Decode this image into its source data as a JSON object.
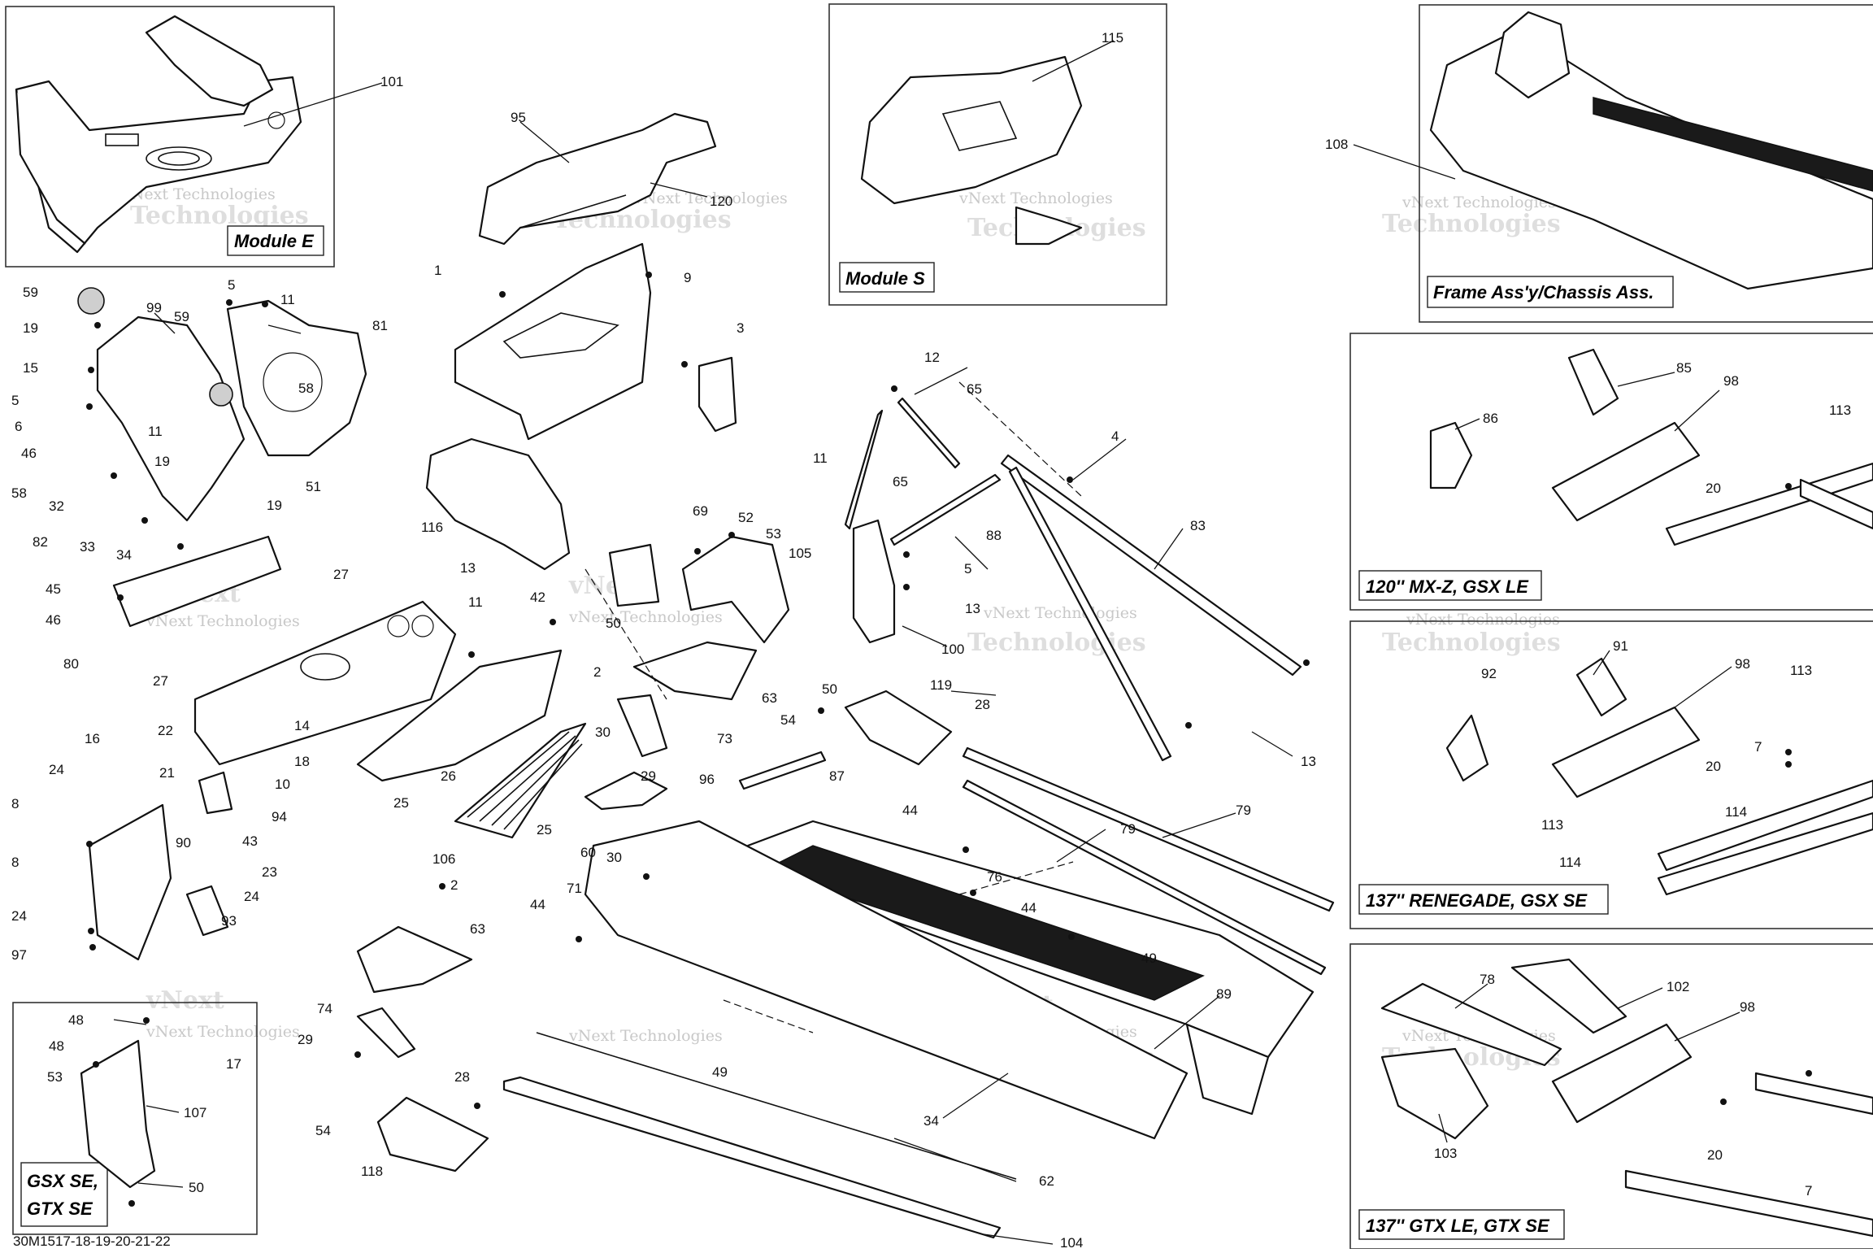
{
  "drawing_code": "30M1517-18-19-20-21-22",
  "watermark": {
    "line1": "vNext Technologies",
    "line2": "vNext",
    "line3": "Technologies"
  },
  "panels": {
    "module_e": "Module E",
    "module_s": "Module S",
    "frame_assy": "Frame Ass'y/Chassis Ass.",
    "mxz_120": "120'' MX-Z, GSX LE",
    "renegade_137": "137'' RENEGADE, GSX SE",
    "gtx_137": "137'' GTX LE, GTX SE",
    "gsx_gtx_se_line1": "GSX SE,",
    "gsx_gtx_se_line2": "GTX SE"
  },
  "callouts": [
    {
      "id": "c101",
      "n": "101"
    },
    {
      "id": "c95",
      "n": "95"
    },
    {
      "id": "c120",
      "n": "120"
    },
    {
      "id": "c115",
      "n": "115"
    },
    {
      "id": "c108",
      "n": "108"
    },
    {
      "id": "c59a",
      "n": "59"
    },
    {
      "id": "c19a",
      "n": "19"
    },
    {
      "id": "c15",
      "n": "15"
    },
    {
      "id": "c5a",
      "n": "5"
    },
    {
      "id": "c6",
      "n": "6"
    },
    {
      "id": "c46a",
      "n": "46"
    },
    {
      "id": "c58a",
      "n": "58"
    },
    {
      "id": "c32",
      "n": "32"
    },
    {
      "id": "c82",
      "n": "82"
    },
    {
      "id": "c33",
      "n": "33"
    },
    {
      "id": "c34a",
      "n": "34"
    },
    {
      "id": "c99",
      "n": "99"
    },
    {
      "id": "c5b",
      "n": "5"
    },
    {
      "id": "c11a",
      "n": "11"
    },
    {
      "id": "c59b",
      "n": "59"
    },
    {
      "id": "c81",
      "n": "81"
    },
    {
      "id": "c58b",
      "n": "58"
    },
    {
      "id": "c11b",
      "n": "11"
    },
    {
      "id": "c19b",
      "n": "19"
    },
    {
      "id": "c19c",
      "n": "19"
    },
    {
      "id": "c51",
      "n": "51"
    },
    {
      "id": "c1",
      "n": "1"
    },
    {
      "id": "c9",
      "n": "9"
    },
    {
      "id": "c3",
      "n": "3"
    },
    {
      "id": "c116",
      "n": "116"
    },
    {
      "id": "c13a",
      "n": "13"
    },
    {
      "id": "c45",
      "n": "45"
    },
    {
      "id": "c46b",
      "n": "46"
    },
    {
      "id": "c80",
      "n": "80"
    },
    {
      "id": "c27a",
      "n": "27"
    },
    {
      "id": "c27b",
      "n": "27"
    },
    {
      "id": "c11c",
      "n": "11"
    },
    {
      "id": "c42",
      "n": "42"
    },
    {
      "id": "c69",
      "n": "69"
    },
    {
      "id": "c52",
      "n": "52"
    },
    {
      "id": "c53a",
      "n": "53"
    },
    {
      "id": "c105",
      "n": "105"
    },
    {
      "id": "c50a",
      "n": "50"
    },
    {
      "id": "c2a",
      "n": "2"
    },
    {
      "id": "c63a",
      "n": "63"
    },
    {
      "id": "c50b",
      "n": "50"
    },
    {
      "id": "c12",
      "n": "12"
    },
    {
      "id": "c65a",
      "n": "65"
    },
    {
      "id": "c11d",
      "n": "11"
    },
    {
      "id": "c65b",
      "n": "65"
    },
    {
      "id": "c4",
      "n": "4"
    },
    {
      "id": "c88",
      "n": "88"
    },
    {
      "id": "c83",
      "n": "83"
    },
    {
      "id": "c5c",
      "n": "5"
    },
    {
      "id": "c13b",
      "n": "13"
    },
    {
      "id": "c100",
      "n": "100"
    },
    {
      "id": "c13c",
      "n": "13"
    },
    {
      "id": "c16",
      "n": "16"
    },
    {
      "id": "c22",
      "n": "22"
    },
    {
      "id": "c24a",
      "n": "24"
    },
    {
      "id": "c14",
      "n": "14"
    },
    {
      "id": "c18",
      "n": "18"
    },
    {
      "id": "c10",
      "n": "10"
    },
    {
      "id": "c21",
      "n": "21"
    },
    {
      "id": "c94",
      "n": "94"
    },
    {
      "id": "c8a",
      "n": "8"
    },
    {
      "id": "c43",
      "n": "43"
    },
    {
      "id": "c90",
      "n": "90"
    },
    {
      "id": "c8b",
      "n": "8"
    },
    {
      "id": "c23",
      "n": "23"
    },
    {
      "id": "c24b",
      "n": "24"
    },
    {
      "id": "c24c",
      "n": "24"
    },
    {
      "id": "c93",
      "n": "93"
    },
    {
      "id": "c97",
      "n": "97"
    },
    {
      "id": "c25a",
      "n": "25"
    },
    {
      "id": "c26",
      "n": "26"
    },
    {
      "id": "c106",
      "n": "106"
    },
    {
      "id": "c25b",
      "n": "25"
    },
    {
      "id": "c30a",
      "n": "30"
    },
    {
      "id": "c29a",
      "n": "29"
    },
    {
      "id": "c73",
      "n": "73"
    },
    {
      "id": "c96",
      "n": "96"
    },
    {
      "id": "c60",
      "n": "60"
    },
    {
      "id": "c30b",
      "n": "30"
    },
    {
      "id": "c54a",
      "n": "54"
    },
    {
      "id": "c119",
      "n": "119"
    },
    {
      "id": "c28a",
      "n": "28"
    },
    {
      "id": "c87",
      "n": "87"
    },
    {
      "id": "c79a",
      "n": "79"
    },
    {
      "id": "c79b",
      "n": "79"
    },
    {
      "id": "c44a",
      "n": "44"
    },
    {
      "id": "c76",
      "n": "76"
    },
    {
      "id": "c44b",
      "n": "44"
    },
    {
      "id": "c71",
      "n": "71"
    },
    {
      "id": "c44c",
      "n": "44"
    },
    {
      "id": "c49a",
      "n": "49"
    },
    {
      "id": "c89",
      "n": "89"
    },
    {
      "id": "c2b",
      "n": "2"
    },
    {
      "id": "c63b",
      "n": "63"
    },
    {
      "id": "c74",
      "n": "74"
    },
    {
      "id": "c29b",
      "n": "29"
    },
    {
      "id": "c28b",
      "n": "28"
    },
    {
      "id": "c54b",
      "n": "54"
    },
    {
      "id": "c118",
      "n": "118"
    },
    {
      "id": "c49b",
      "n": "49"
    },
    {
      "id": "c34b",
      "n": "34"
    },
    {
      "id": "c62",
      "n": "62"
    },
    {
      "id": "c104",
      "n": "104"
    },
    {
      "id": "c48a",
      "n": "48"
    },
    {
      "id": "c48b",
      "n": "48"
    },
    {
      "id": "c17",
      "n": "17"
    },
    {
      "id": "c53b",
      "n": "53"
    },
    {
      "id": "c107",
      "n": "107"
    },
    {
      "id": "c50c",
      "n": "50"
    },
    {
      "id": "c85",
      "n": "85"
    },
    {
      "id": "c98a",
      "n": "98"
    },
    {
      "id": "c86",
      "n": "86"
    },
    {
      "id": "c113a",
      "n": "113"
    },
    {
      "id": "c20a",
      "n": "20"
    },
    {
      "id": "c91",
      "n": "91"
    },
    {
      "id": "c98b",
      "n": "98"
    },
    {
      "id": "c92",
      "n": "92"
    },
    {
      "id": "c113b",
      "n": "113"
    },
    {
      "id": "c7a",
      "n": "7"
    },
    {
      "id": "c20b",
      "n": "20"
    },
    {
      "id": "c114a",
      "n": "114"
    },
    {
      "id": "c113c",
      "n": "113"
    },
    {
      "id": "c114b",
      "n": "114"
    },
    {
      "id": "c78",
      "n": "78"
    },
    {
      "id": "c102",
      "n": "102"
    },
    {
      "id": "c98c",
      "n": "98"
    },
    {
      "id": "c103",
      "n": "103"
    },
    {
      "id": "c20c",
      "n": "20"
    },
    {
      "id": "c7b",
      "n": "7"
    }
  ]
}
